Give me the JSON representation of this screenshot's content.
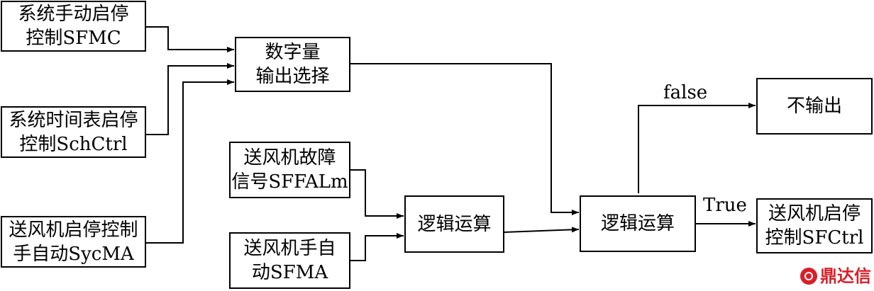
{
  "nodes": {
    "manual": [
      "系统手动启停",
      "控制SFMC"
    ],
    "schedule": [
      "系统时间表启停",
      "控制SchCtrl"
    ],
    "auto": [
      "送风机启停控制",
      "手自动SycMA"
    ],
    "select": [
      "数字量",
      "输出选择"
    ],
    "fault": [
      "送风机故障",
      "信号SFFALm"
    ],
    "fanma": [
      "送风机手自",
      "动SFMA"
    ],
    "logic1": [
      "逻辑运算"
    ],
    "logic2": [
      "逻辑运算"
    ],
    "noout": [
      "不输出"
    ],
    "output": [
      "送风机启停",
      "控制SFCtrl"
    ]
  },
  "labels": {
    "false": "false",
    "true": "True"
  },
  "watermark": "鼎达信"
}
